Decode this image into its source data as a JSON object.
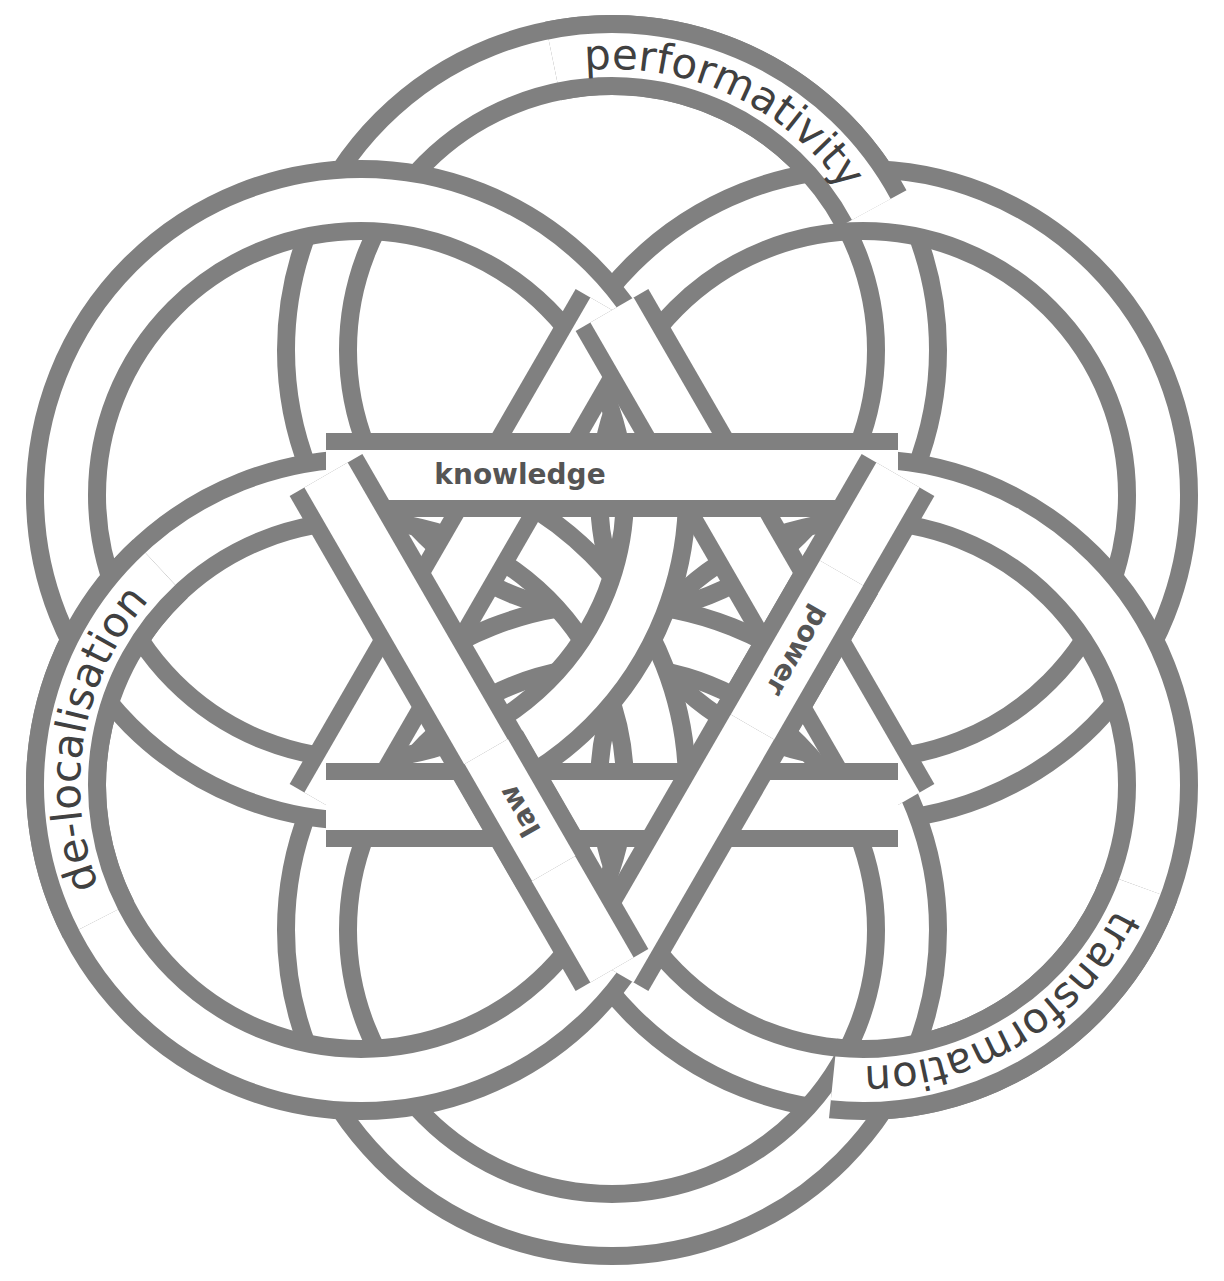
{
  "diagram": {
    "nodes": [
      {
        "text": [
          "performativity"
        ]
      },
      {
        "text": [
          "knowledge"
        ]
      },
      {
        "text": [
          "power"
        ]
      },
      {
        "text": [
          "de-localisation"
        ]
      },
      {
        "text": [
          "law"
        ]
      },
      {
        "text": [
          "transformation"
        ]
      }
    ]
  }
}
